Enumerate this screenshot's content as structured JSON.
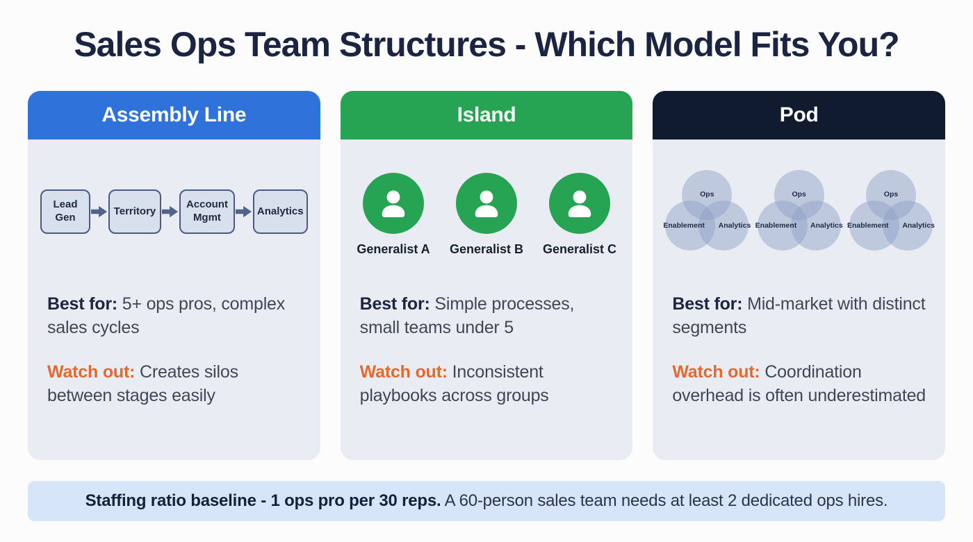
{
  "page": {
    "title": "Sales Ops Team Structures - Which Model Fits You?"
  },
  "cards": [
    {
      "id": "assembly-line",
      "title": "Assembly Line",
      "header_color": "#2f72da",
      "flow_stages": [
        "Lead Gen",
        "Territory",
        "Account Mgmt",
        "Analytics"
      ],
      "best_for_label": "Best for:",
      "best_for_text": "5+ ops pros, complex sales cycles",
      "watch_out_label": "Watch out:",
      "watch_out_text": "Creates silos between stages easily"
    },
    {
      "id": "island",
      "title": "Island",
      "header_color": "#27a453",
      "generalists": [
        "Generalist A",
        "Generalist B",
        "Generalist C"
      ],
      "best_for_label": "Best for:",
      "best_for_text": "Simple processes, small teams under 5",
      "watch_out_label": "Watch out:",
      "watch_out_text": "Inconsistent playbooks across groups"
    },
    {
      "id": "pod",
      "title": "Pod",
      "header_color": "#101b30",
      "venn_labels": [
        "Ops",
        "Enablement",
        "Analytics"
      ],
      "best_for_label": "Best for:",
      "best_for_text": "Mid-market with distinct segments",
      "watch_out_label": "Watch out:",
      "watch_out_text": "Coordination overhead is often underestimated"
    }
  ],
  "footer": {
    "bold": "Staffing ratio baseline - 1 ops pro per 30 reps.",
    "rest": "A 60-person sales team needs at least 2 dedicated ops hires."
  },
  "colors": {
    "title_navy": "#1b2440",
    "body_text": "#3f4757",
    "watch_out_orange": "#e5682c",
    "card_bg": "#e9edf3",
    "footer_bg": "#d7e5fa",
    "flow_box_bg": "#d9e0ed",
    "flow_box_border": "#4c5a7c",
    "arrow_blue": "#52628c",
    "avatar_green": "#26a353",
    "venn_circle": "#8c9ec6"
  }
}
